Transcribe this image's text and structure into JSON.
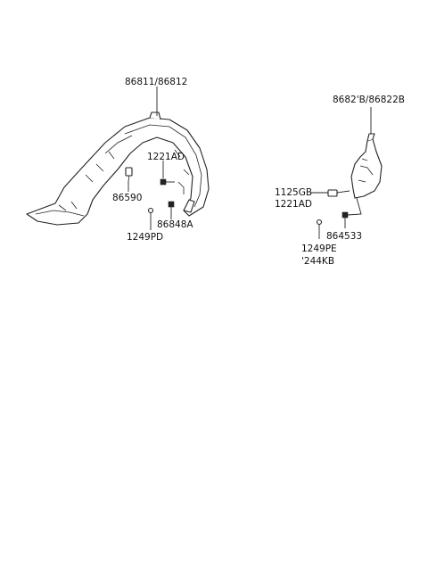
{
  "labels": {
    "left_part": "86811/86812",
    "left_bolt_a": "1221AD",
    "left_clip": "86590",
    "left_screw": "86848A",
    "left_screw_b": "1249PD",
    "right_part": "8682'B/86822B",
    "right_bolt_a": "1125GB",
    "right_bolt_b": "1221AD",
    "right_clip": "864533",
    "right_screw_a": "1249PE",
    "right_screw_b": "'244KB"
  }
}
